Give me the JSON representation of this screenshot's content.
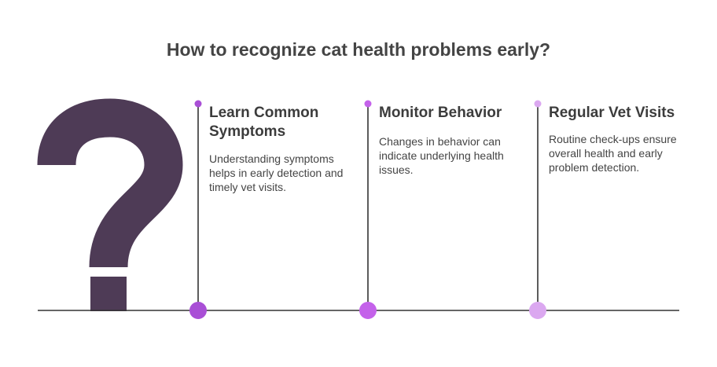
{
  "title": "How to recognize cat health problems early?",
  "colors": {
    "question_mark": "#4e3b56",
    "timeline": "#333333",
    "step1_accent": "#a94fd6",
    "step2_accent": "#c462ea",
    "step3_accent": "#dba8f0"
  },
  "icon": "question-mark-icon",
  "steps": [
    {
      "title": "Learn Common Symptoms",
      "description": "Understanding symptoms helps in early detection and timely vet visits."
    },
    {
      "title": "Monitor Behavior",
      "description": "Changes in behavior can indicate underlying health issues."
    },
    {
      "title": "Regular Vet Visits",
      "description": "Routine check-ups ensure overall health and early problem detection."
    }
  ]
}
